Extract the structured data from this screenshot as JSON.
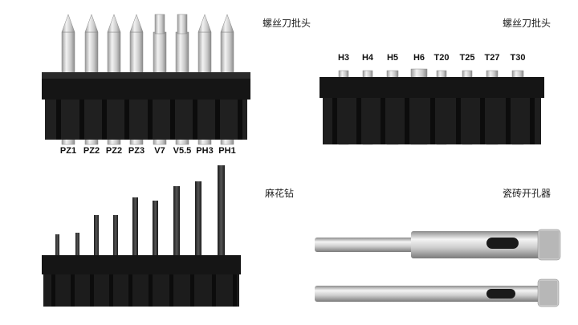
{
  "screwdriver_bits": {
    "title": "螺丝刀批头",
    "labels": [
      "PZ1",
      "PZ2",
      "PZ2",
      "PZ3",
      "V7",
      "V5.5",
      "PH3",
      "PH1"
    ]
  },
  "hex_bits": {
    "title": "螺丝刀批头",
    "labels": [
      "H3",
      "H4",
      "H5",
      "H6",
      "T20",
      "T25",
      "T27",
      "T30"
    ]
  },
  "drill_bits": {
    "title": "麻花钻"
  },
  "tile_hole_saw": {
    "title": "瓷砖开孔器"
  }
}
